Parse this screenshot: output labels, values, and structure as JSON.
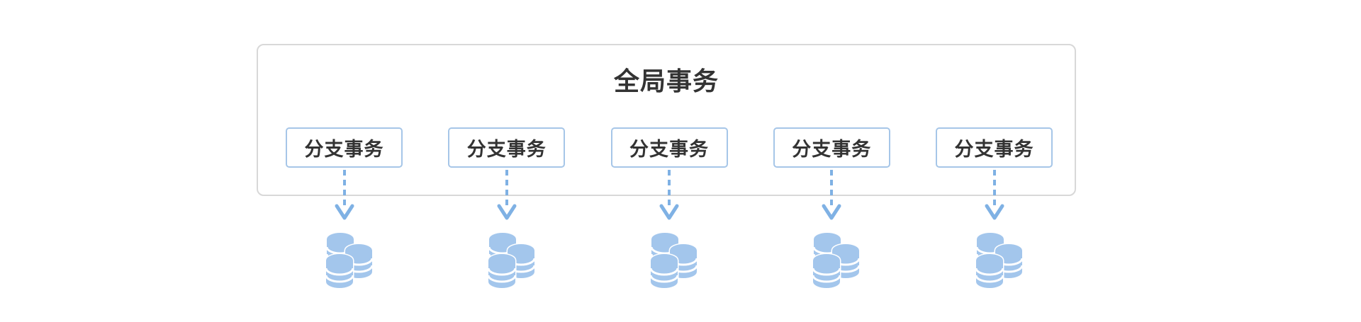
{
  "diagram": {
    "title": "全局事务",
    "branches": [
      {
        "label": "分支事务",
        "icon": "database-cluster-icon"
      },
      {
        "label": "分支事务",
        "icon": "database-cluster-icon"
      },
      {
        "label": "分支事务",
        "icon": "database-cluster-icon"
      },
      {
        "label": "分支事务",
        "icon": "database-cluster-icon"
      },
      {
        "label": "分支事务",
        "icon": "database-cluster-icon"
      }
    ],
    "connector": "dashed-down-arrow"
  },
  "colors": {
    "canvas-bg": "#ffffff",
    "container-border": "#d8d8d8",
    "branch-border": "#a6c6e8",
    "arrow-blue": "#7fb1e4",
    "db-blue": "#a3c6ec",
    "text-dark": "#333333"
  }
}
